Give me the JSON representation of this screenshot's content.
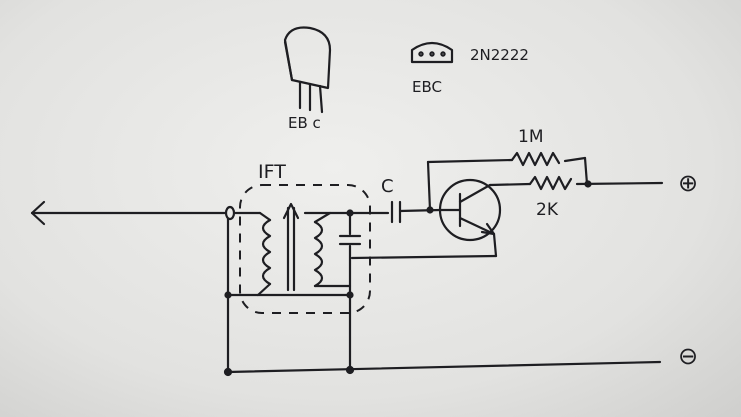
{
  "diagram": {
    "transistor_pins_label": "EB c",
    "pinout_label": "EBC",
    "transistor_part": "2N2222",
    "transformer_label": "IFT",
    "capacitor_label": "C",
    "resistor_1_label": "1M",
    "resistor_2_label": "2K",
    "positive_terminal": "⊕",
    "negative_terminal": "⊖",
    "ink_color": "#1e1e22"
  }
}
